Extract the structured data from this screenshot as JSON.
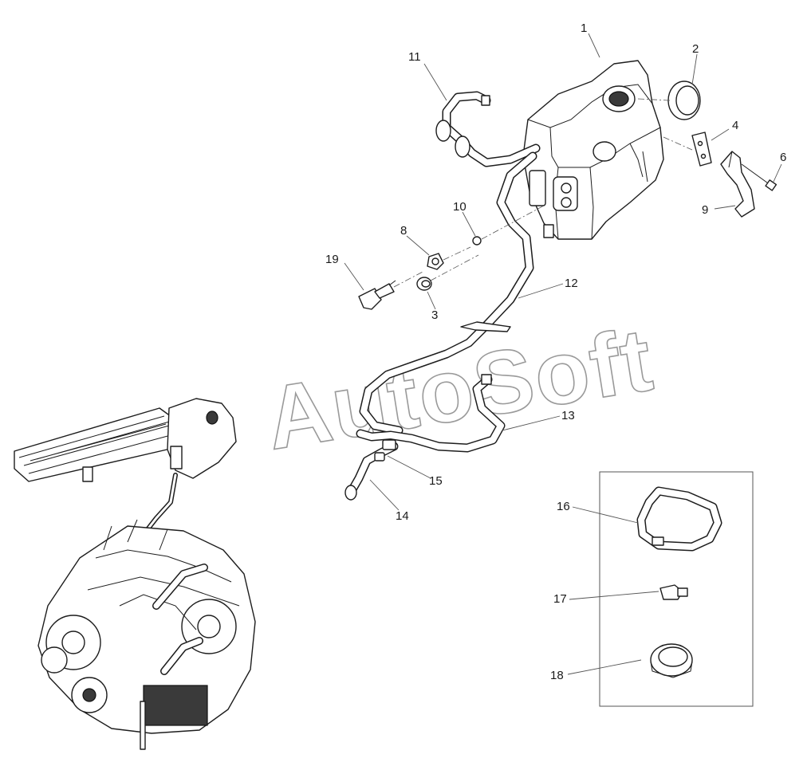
{
  "diagram": {
    "watermark": "AutoSoft",
    "callouts": [
      {
        "id": "1",
        "label": "1"
      },
      {
        "id": "2",
        "label": "2"
      },
      {
        "id": "3",
        "label": "3"
      },
      {
        "id": "4",
        "label": "4"
      },
      {
        "id": "6",
        "label": "6"
      },
      {
        "id": "8",
        "label": "8"
      },
      {
        "id": "9",
        "label": "9"
      },
      {
        "id": "10",
        "label": "10"
      },
      {
        "id": "11",
        "label": "11"
      },
      {
        "id": "12",
        "label": "12"
      },
      {
        "id": "13",
        "label": "13"
      },
      {
        "id": "14",
        "label": "14"
      },
      {
        "id": "15",
        "label": "15"
      },
      {
        "id": "16",
        "label": "16"
      },
      {
        "id": "17",
        "label": "17"
      },
      {
        "id": "18",
        "label": "18"
      },
      {
        "id": "19",
        "label": "19"
      }
    ],
    "colors": {
      "line": "#1d1d1d",
      "watermark": "#9a9a9a",
      "background": "#ffffff"
    }
  }
}
